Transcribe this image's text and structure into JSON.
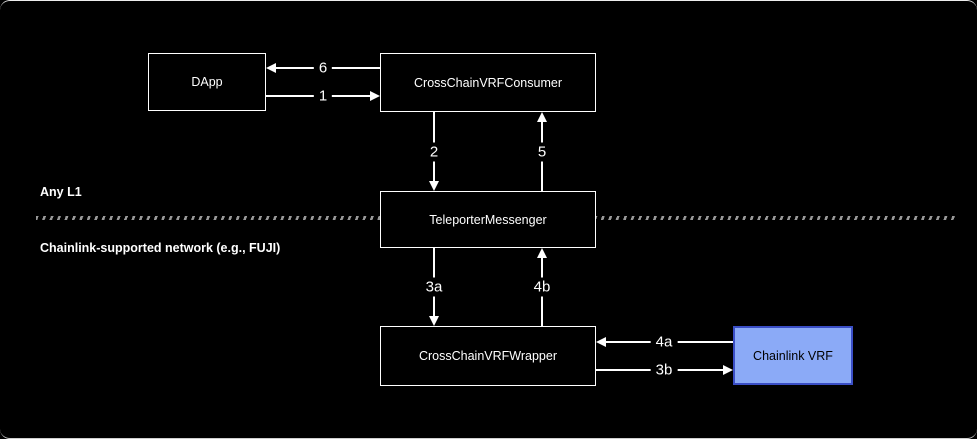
{
  "regions": {
    "top_label": "Any L1",
    "bottom_label": "Chainlink-supported network (e.g., FUJI)"
  },
  "nodes": {
    "dapp": {
      "label": "DApp"
    },
    "consumer": {
      "label": "CrossChainVRFConsumer"
    },
    "teleporter": {
      "label": "TeleporterMessenger"
    },
    "wrapper": {
      "label": "CrossChainVRFWrapper"
    },
    "chainlink_vrf": {
      "label": "Chainlink VRF",
      "fill_color": "#8BAAF7",
      "border_color": "#3A4EC6",
      "text_color": "#000000"
    }
  },
  "edges": {
    "step1": {
      "label": "1",
      "from": "DApp",
      "to": "CrossChainVRFConsumer"
    },
    "step2": {
      "label": "2",
      "from": "CrossChainVRFConsumer",
      "to": "TeleporterMessenger"
    },
    "step3a": {
      "label": "3a",
      "from": "TeleporterMessenger",
      "to": "CrossChainVRFWrapper"
    },
    "step3b": {
      "label": "3b",
      "from": "CrossChainVRFWrapper",
      "to": "Chainlink VRF"
    },
    "step4a": {
      "label": "4a",
      "from": "Chainlink VRF",
      "to": "CrossChainVRFWrapper"
    },
    "step4b": {
      "label": "4b",
      "from": "CrossChainVRFWrapper",
      "to": "TeleporterMessenger"
    },
    "step5": {
      "label": "5",
      "from": "TeleporterMessenger",
      "to": "CrossChainVRFConsumer"
    },
    "step6": {
      "label": "6",
      "from": "CrossChainVRFConsumer",
      "to": "DApp"
    }
  },
  "colors": {
    "background": "#000000",
    "node_fill": "#000000",
    "node_border": "#ffffff",
    "text": "#ffffff",
    "arrow": "#ffffff",
    "divider": "#999999"
  }
}
